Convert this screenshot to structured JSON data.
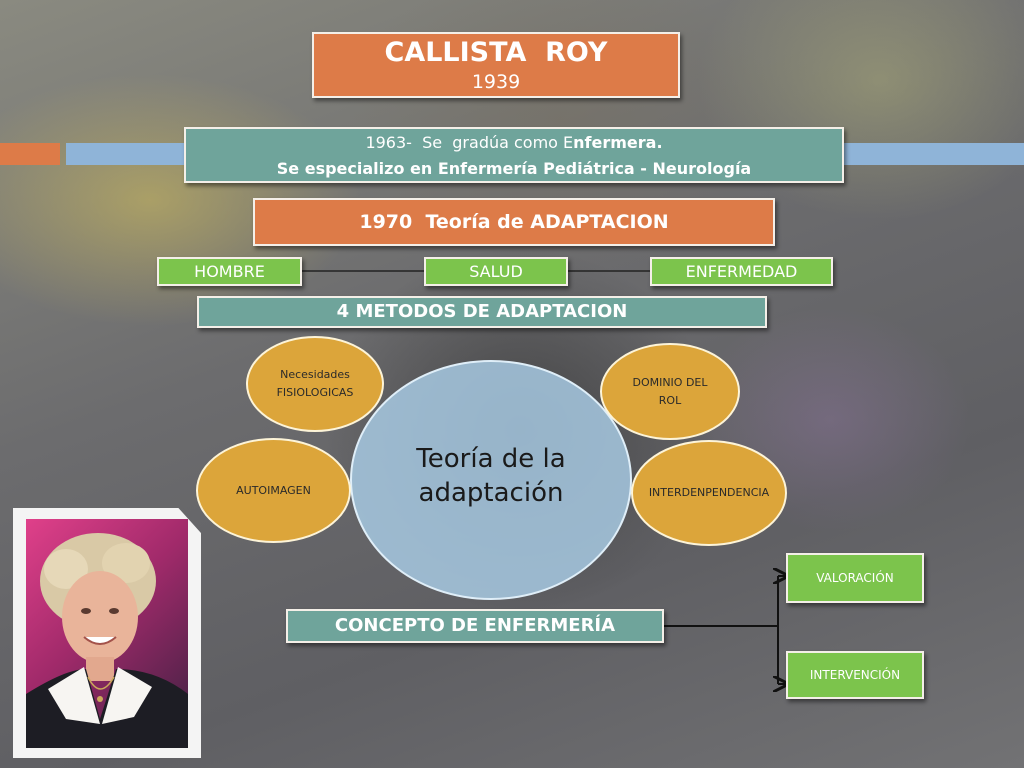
{
  "title": {
    "name": "CALLISTA  ROY",
    "year": "1939"
  },
  "bio": {
    "line1_pre": "1963-  Se  gradúa como E",
    "line1_bold": "nfermera.",
    "line2": "Se especializo en Enfermería Pediátrica  - Neurología"
  },
  "theory_year": "1970  Teoría de ADAPTACION",
  "concepts": [
    "HOMBRE",
    "SALUD",
    "ENFERMEDAD"
  ],
  "methods_title": "4 METODOS DE ADAPTACION",
  "center": {
    "line1": "Teoría de la",
    "line2": "adaptación"
  },
  "modes": {
    "physiological": {
      "line1": "Necesidades",
      "line2": "FISIOLOGICAS"
    },
    "role": {
      "line1": "DOMINIO DEL",
      "line2": "ROL"
    },
    "self_image": "AUTOIMAGEN",
    "interdependence": "INTERDENPENDENCIA"
  },
  "nursing_concept": "CONCEPTO DE ENFERMERÍA",
  "outcomes": [
    "VALORACIÓN",
    "INTERVENCIÓN"
  ],
  "colors": {
    "orange": "#dd7b48",
    "teal": "#6fa49b",
    "green": "#7cc44c",
    "gold": "#dca53a",
    "light_blue": "#a9cde6",
    "stripe_blue": "#8fb4d8"
  }
}
